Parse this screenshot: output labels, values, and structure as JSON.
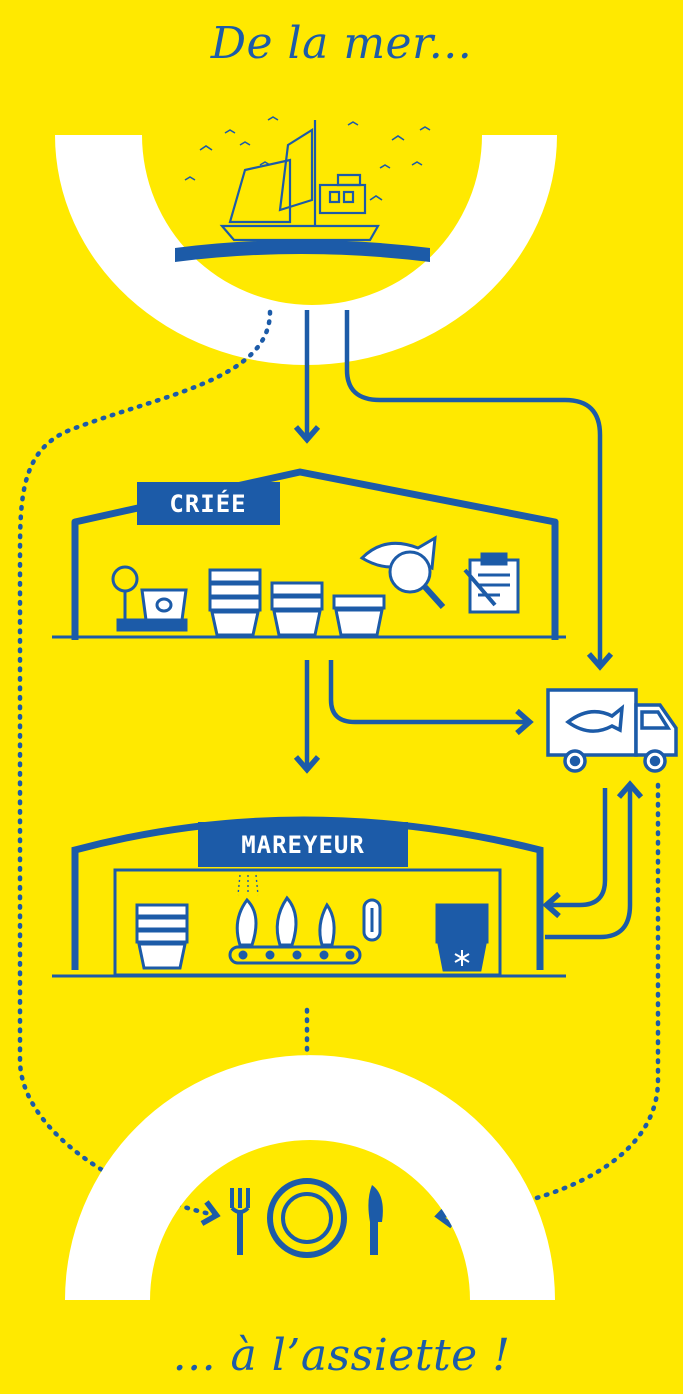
{
  "title_top": "De la mer...",
  "title_bottom": "... à l’assiette !",
  "stages": {
    "auction_label": "CRIÉE",
    "wholesaler_label": "MAREYEUR"
  },
  "colors": {
    "background": "#FFE900",
    "primary": "#1C5BA8",
    "white": "#FFFFFF"
  },
  "icons": [
    "fishing-boat-icon",
    "scale-icon",
    "fish-crate-icon",
    "magnifier-fish-icon",
    "clipboard-icon",
    "delivery-truck-icon",
    "conveyor-belt-icon",
    "thermometer-icon",
    "snowflake-icon",
    "fork-icon",
    "plate-icon",
    "knife-icon"
  ]
}
